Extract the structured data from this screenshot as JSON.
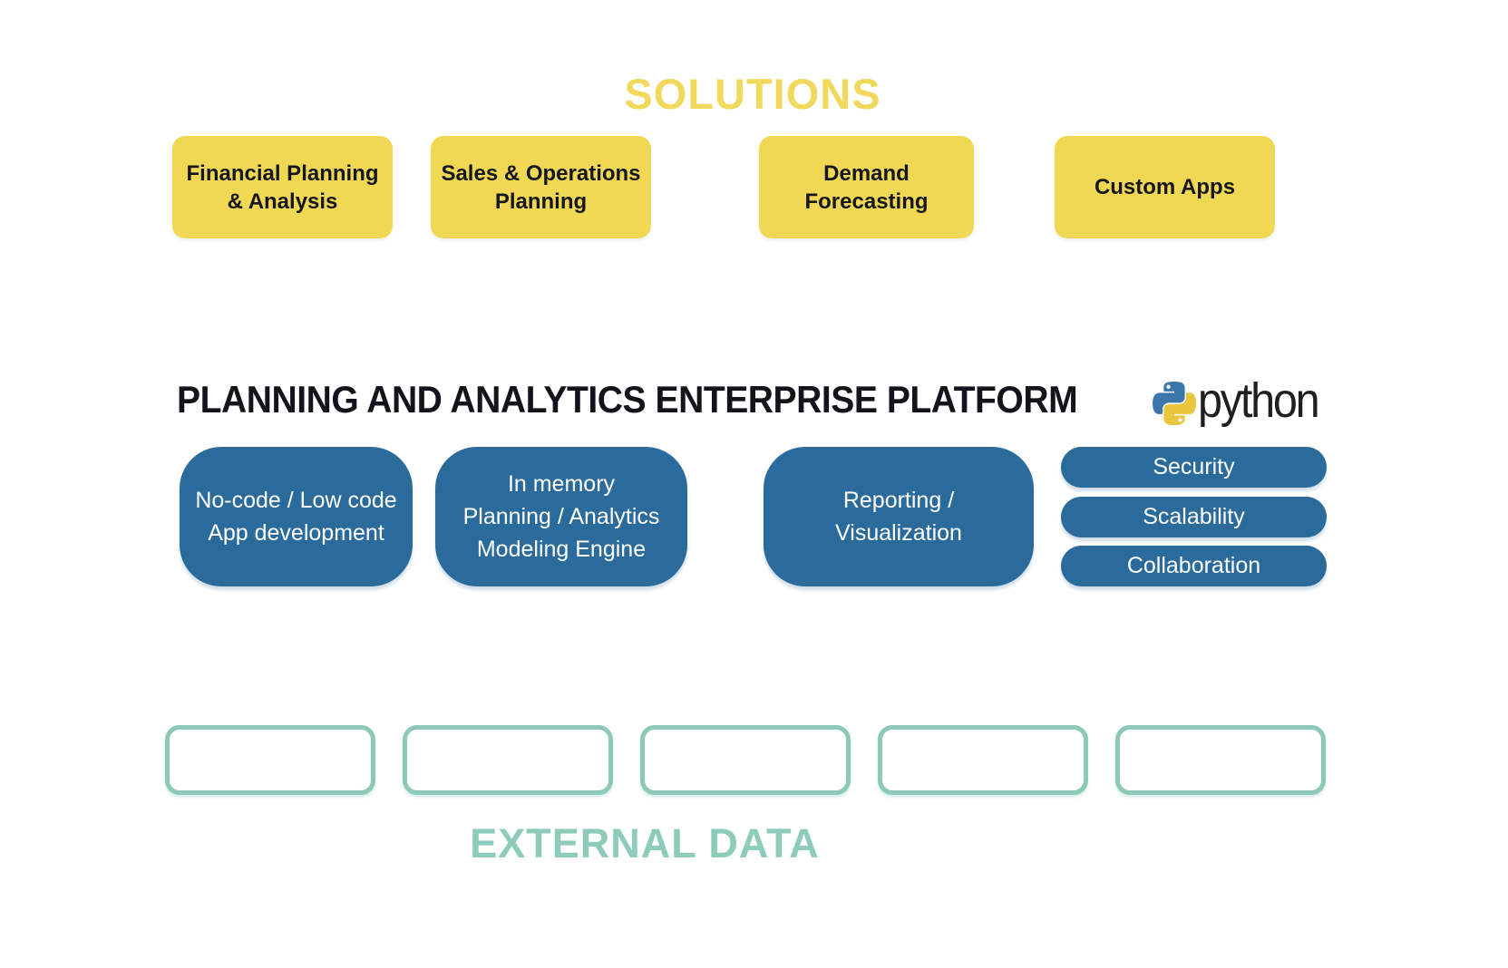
{
  "solutions": {
    "heading": "SOLUTIONS",
    "boxes": [
      "Financial Planning\n& Analysis",
      "Sales & Operations\nPlanning",
      "Demand\nForecasting",
      "Custom Apps"
    ]
  },
  "platform": {
    "heading": "PLANNING AND ANALYTICS ENTERPRISE PLATFORM",
    "python": {
      "wordmark": "python"
    },
    "capability_boxes": [
      "No-code / Low code\nApp development",
      "In memory\nPlanning / Analytics\nModeling Engine",
      "Reporting /\nVisualization"
    ],
    "feature_pills": [
      "Security",
      "Scalability",
      "Collaboration"
    ]
  },
  "external": {
    "heading": "EXTERNAL DATA",
    "placeholder_boxes": [
      "",
      "",
      "",
      "",
      ""
    ]
  },
  "colors": {
    "solution_yellow": "#F1D854",
    "solutions_heading_yellow": "#F0D95C",
    "dark_text": "#16161E",
    "platform_blue": "#2A6B9B",
    "teal_border": "#8CC9B8",
    "external_heading_teal": "#8ECBBA",
    "python_blue": "#3B77A9",
    "python_yellow": "#EAC53E",
    "white": "#FFFFFF"
  }
}
